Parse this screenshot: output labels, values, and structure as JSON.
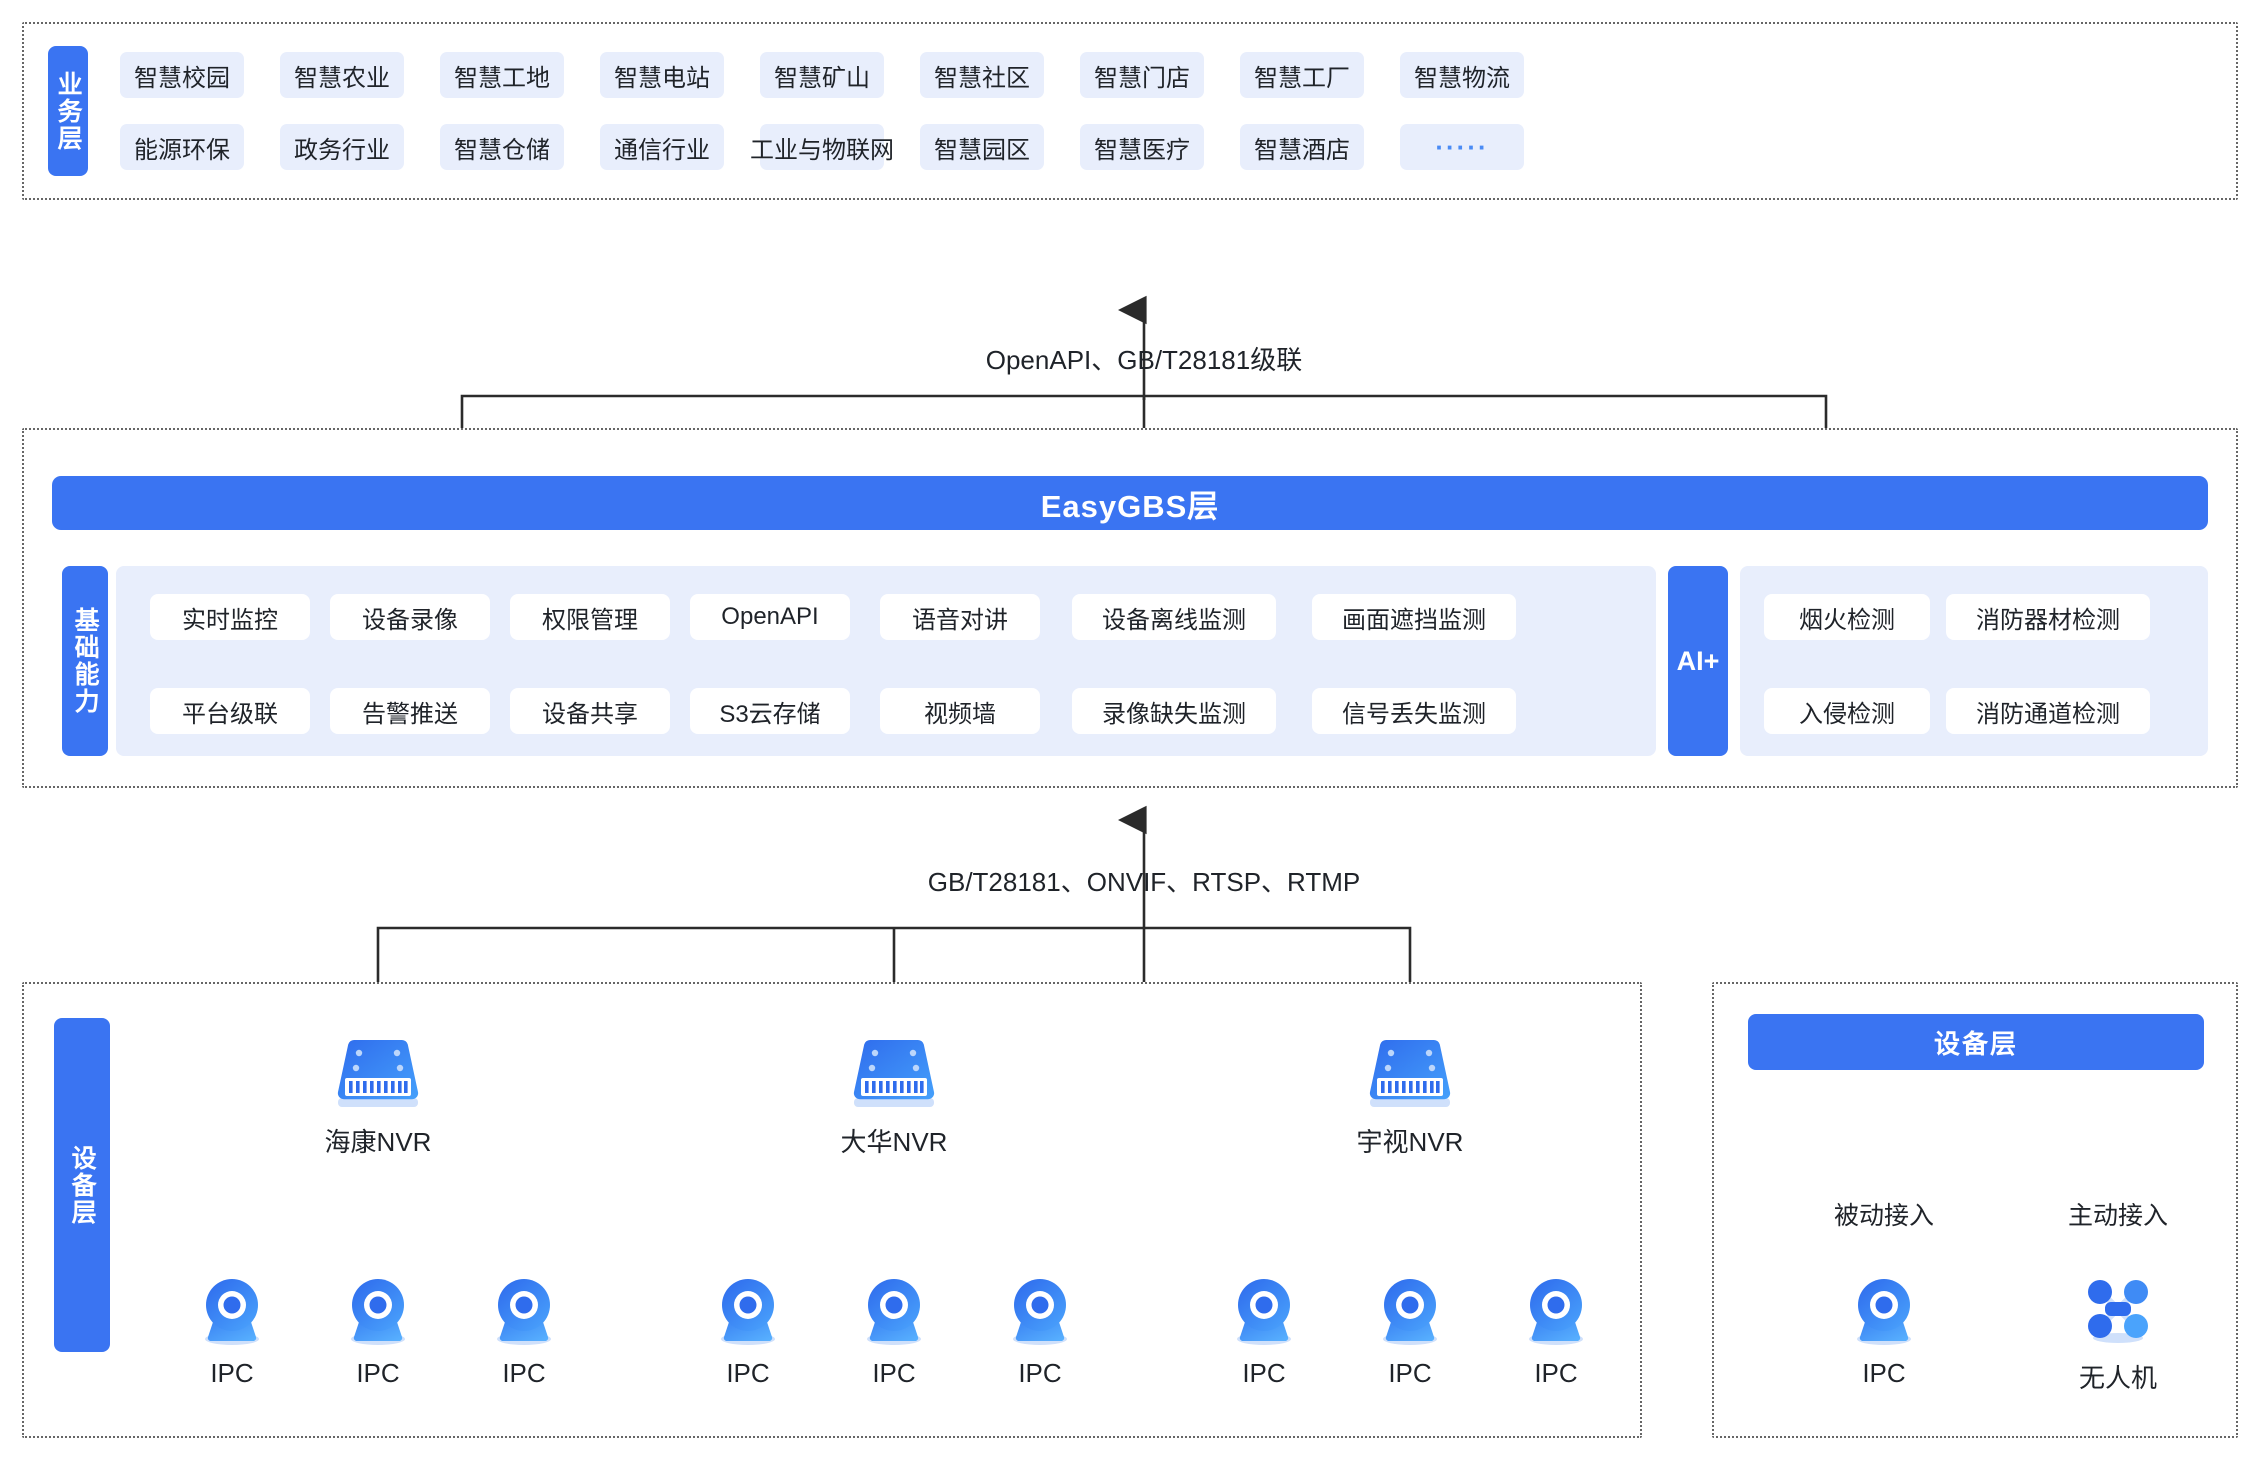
{
  "colors": {
    "brand_blue": "#3a74f2",
    "chip_bg": "#e8eefc",
    "chip_text": "#1f2329",
    "wire": "#2b2b2b",
    "panel_border": "#666666",
    "icon_blue_dark": "#2f6ced",
    "icon_blue_light": "#45a0fb"
  },
  "business_layer": {
    "tab_label": "业务层",
    "row1": [
      {
        "label": "智慧校园"
      },
      {
        "label": "智慧农业"
      },
      {
        "label": "智慧工地"
      },
      {
        "label": "智慧电站"
      },
      {
        "label": "智慧矿山"
      },
      {
        "label": "智慧社区"
      },
      {
        "label": "智慧门店"
      },
      {
        "label": "智慧工厂"
      },
      {
        "label": "智慧物流"
      }
    ],
    "row2": [
      {
        "label": "能源环保"
      },
      {
        "label": "政务行业"
      },
      {
        "label": "智慧仓储"
      },
      {
        "label": "通信行业"
      },
      {
        "label": "工业与物联网"
      },
      {
        "label": "智慧园区"
      },
      {
        "label": "智慧医疗"
      },
      {
        "label": "智慧酒店"
      },
      {
        "label": "·····"
      }
    ]
  },
  "connector_top": {
    "label": "OpenAPI、GB/T28181级联"
  },
  "platform_layer": {
    "title_bar": "EasyGBS层",
    "capability_tab": "基础能力",
    "capabilities_row1": [
      {
        "label": "实时监控"
      },
      {
        "label": "设备录像"
      },
      {
        "label": "权限管理"
      },
      {
        "label": "OpenAPI"
      },
      {
        "label": "语音对讲"
      },
      {
        "label": "设备离线监测"
      },
      {
        "label": "画面遮挡监测"
      }
    ],
    "capabilities_row2": [
      {
        "label": "平台级联"
      },
      {
        "label": "告警推送"
      },
      {
        "label": "设备共享"
      },
      {
        "label": "S3云存储"
      },
      {
        "label": "视频墙"
      },
      {
        "label": "录像缺失监测"
      },
      {
        "label": "信号丢失监测"
      }
    ],
    "ai_tab": "AI+",
    "ai_row1": [
      {
        "label": "烟火检测"
      },
      {
        "label": "消防器材检测"
      }
    ],
    "ai_row2": [
      {
        "label": "入侵检测"
      },
      {
        "label": "消防通道检测"
      }
    ]
  },
  "connector_bottom": {
    "label": "GB/T28181、ONVIF、RTSP、RTMP"
  },
  "device_layer_left": {
    "tab_label": "设备层",
    "nvrs": [
      {
        "label": "海康NVR",
        "icon": "nvr-icon",
        "cameras": [
          {
            "label": "IPC"
          },
          {
            "label": "IPC"
          },
          {
            "label": "IPC"
          }
        ]
      },
      {
        "label": "大华NVR",
        "icon": "nvr-icon",
        "cameras": [
          {
            "label": "IPC"
          },
          {
            "label": "IPC"
          },
          {
            "label": "IPC"
          }
        ]
      },
      {
        "label": "宇视NVR",
        "icon": "nvr-icon",
        "cameras": [
          {
            "label": "IPC"
          },
          {
            "label": "IPC"
          },
          {
            "label": "IPC"
          }
        ]
      }
    ]
  },
  "device_layer_right": {
    "bar_label": "设备层",
    "branches": [
      {
        "mode": "被动接入",
        "device_label": "IPC",
        "icon": "camera-icon"
      },
      {
        "mode": "主动接入",
        "device_label": "无人机",
        "icon": "drone-icon"
      }
    ]
  }
}
